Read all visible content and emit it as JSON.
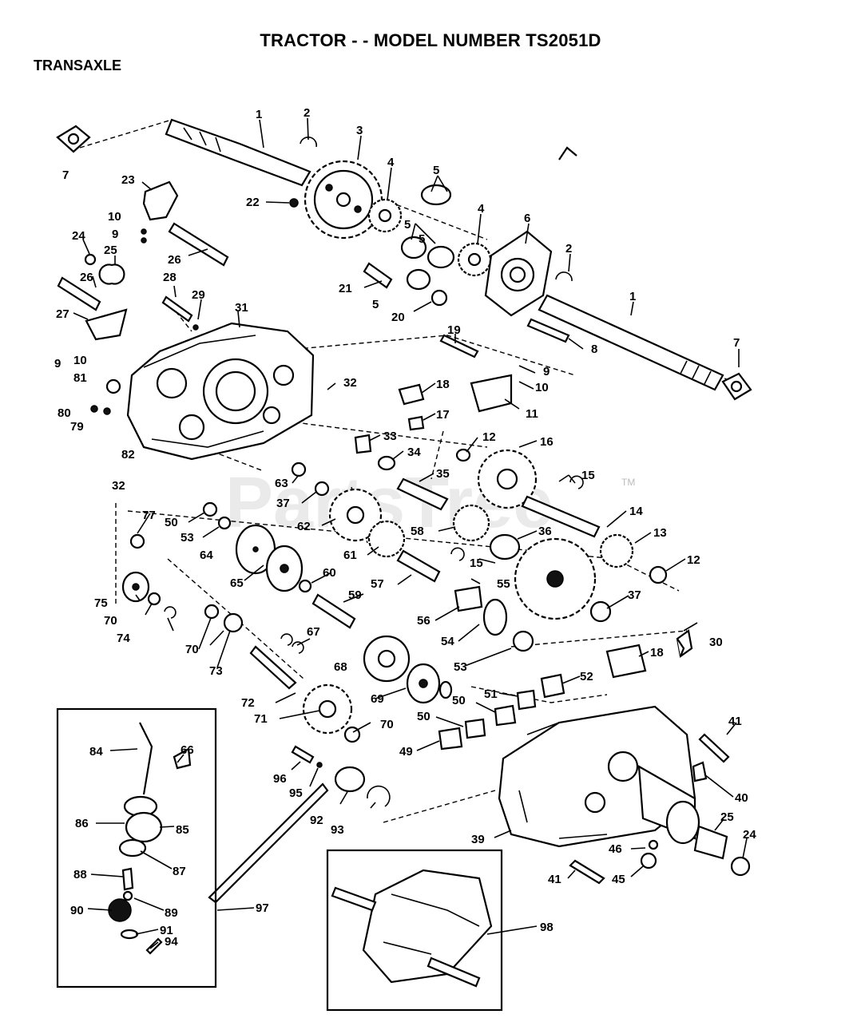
{
  "title": "TRACTOR - - MODEL NUMBER TS2051D",
  "section": "TRANSAXLE",
  "watermark": "PartsTree",
  "trademark": "TM",
  "colors": {
    "ink": "#000000",
    "paper": "#ffffff",
    "watermark": "#d9d9d9"
  },
  "callouts": [
    "1",
    "1",
    "2",
    "2",
    "3",
    "4",
    "4",
    "5",
    "5",
    "5",
    "5",
    "6",
    "7",
    "7",
    "8",
    "9",
    "9",
    "9",
    "10",
    "10",
    "10",
    "11",
    "12",
    "12",
    "13",
    "14",
    "15",
    "15",
    "16",
    "17",
    "18",
    "18",
    "19",
    "20",
    "21",
    "22",
    "23",
    "24",
    "24",
    "25",
    "25",
    "26",
    "26",
    "27",
    "28",
    "29",
    "30",
    "31",
    "32",
    "32",
    "33",
    "34",
    "35",
    "36",
    "37",
    "37",
    "39",
    "40",
    "41",
    "41",
    "45",
    "46",
    "49",
    "50",
    "50",
    "50",
    "51",
    "52",
    "53",
    "53",
    "54",
    "55",
    "56",
    "57",
    "58",
    "59",
    "60",
    "61",
    "62",
    "63",
    "64",
    "65",
    "66",
    "67",
    "68",
    "69",
    "70",
    "70",
    "70",
    "71",
    "72",
    "73",
    "74",
    "75",
    "77",
    "79",
    "80",
    "81",
    "82",
    "84",
    "85",
    "86",
    "87",
    "88",
    "89",
    "90",
    "91",
    "92",
    "93",
    "94",
    "95",
    "96",
    "97",
    "98"
  ]
}
